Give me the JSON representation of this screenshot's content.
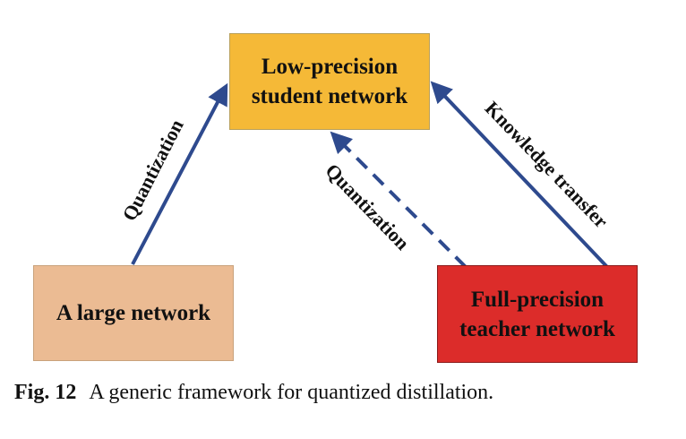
{
  "diagram": {
    "nodes": {
      "student": {
        "line1": "Low-precision",
        "line2": "student network",
        "color": "#F5B937"
      },
      "large": {
        "line1": "A large network",
        "color": "#EBBB93"
      },
      "teacher": {
        "line1": "Full-precision",
        "line2": "teacher network",
        "color": "#DC2C2A"
      }
    },
    "edges": {
      "large_to_student": {
        "label": "Quantization",
        "style": "solid"
      },
      "teacher_to_student_dashed": {
        "label": "Quantization",
        "style": "dashed"
      },
      "teacher_to_student": {
        "label": "Knowledge transfer",
        "style": "solid"
      }
    },
    "arrow_color": "#2E4A8E"
  },
  "caption": {
    "label": "Fig. 12",
    "text": "A generic framework for quantized distillation."
  }
}
